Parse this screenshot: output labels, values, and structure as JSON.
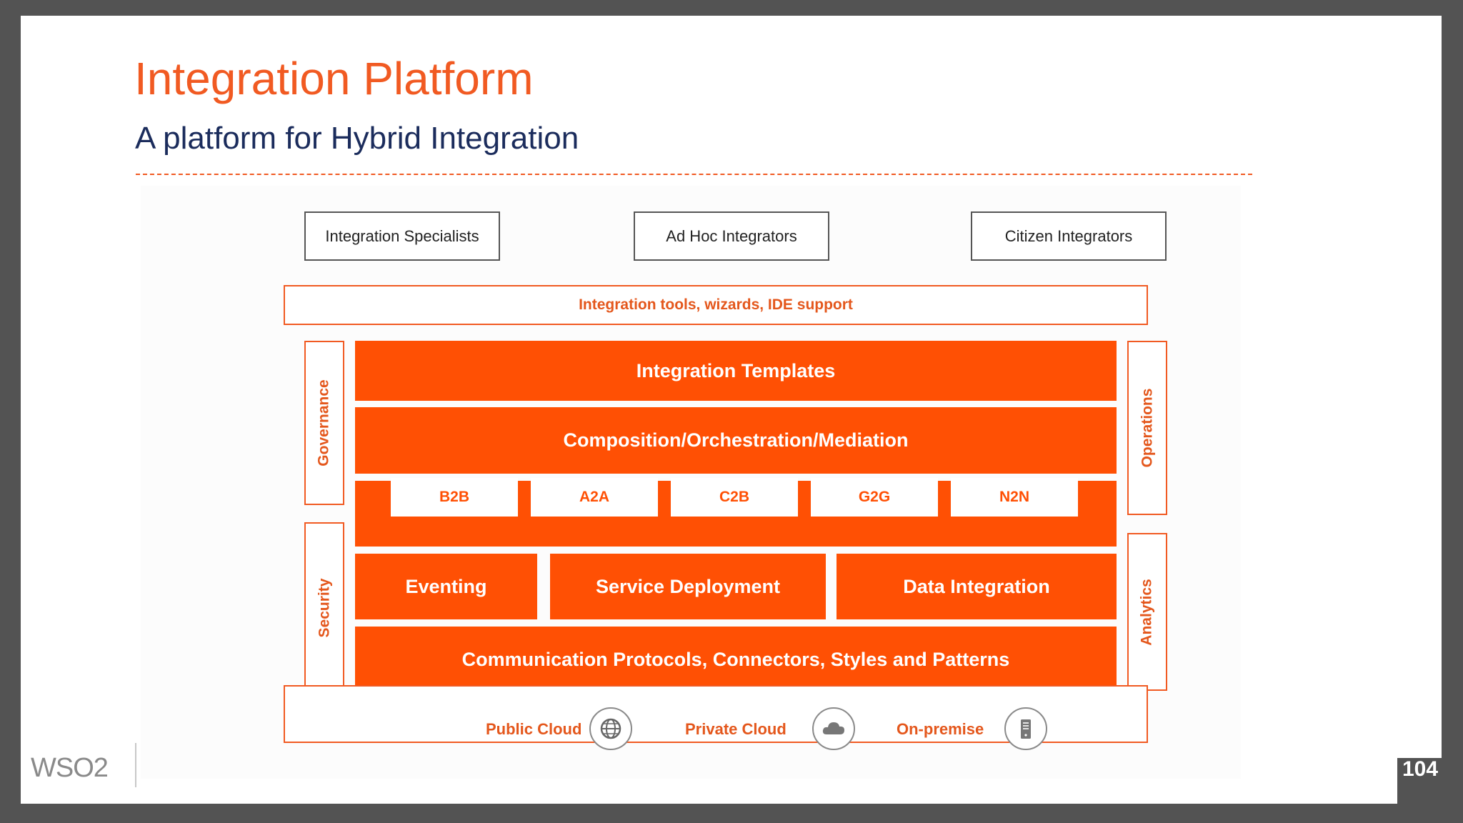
{
  "slide": {
    "title": "Integration Platform",
    "subtitle": "A platform for Hybrid Integration",
    "page_number": "104",
    "logo_text": "WSO2"
  },
  "personas": [
    "Integration Specialists",
    "Ad Hoc Integrators",
    "Citizen Integrators"
  ],
  "tools_bar": "Integration tools, wizards, IDE support",
  "left_sides": [
    "Governance",
    "Security"
  ],
  "right_sides": [
    "Operations",
    "Analytics"
  ],
  "layers": {
    "templates": "Integration Templates",
    "composition": "Composition/Orchestration/Mediation",
    "patterns": [
      "B2B",
      "A2A",
      "C2B",
      "G2G",
      "N2N"
    ],
    "eventing": "Eventing",
    "service_deployment": "Service Deployment",
    "data_integration": "Data Integration",
    "communication": "Communication Protocols, Connectors, Styles and Patterns"
  },
  "deployment": [
    {
      "label": "Public Cloud",
      "icon": "globe-icon"
    },
    {
      "label": "Private Cloud",
      "icon": "cloud-icon"
    },
    {
      "label": "On-premise",
      "icon": "server-icon"
    }
  ],
  "colors": {
    "accent": "#ff5004",
    "accent_text": "#e4571c",
    "title": "#f15a22",
    "subtitle": "#1b2c5c",
    "frame": "#535353"
  }
}
